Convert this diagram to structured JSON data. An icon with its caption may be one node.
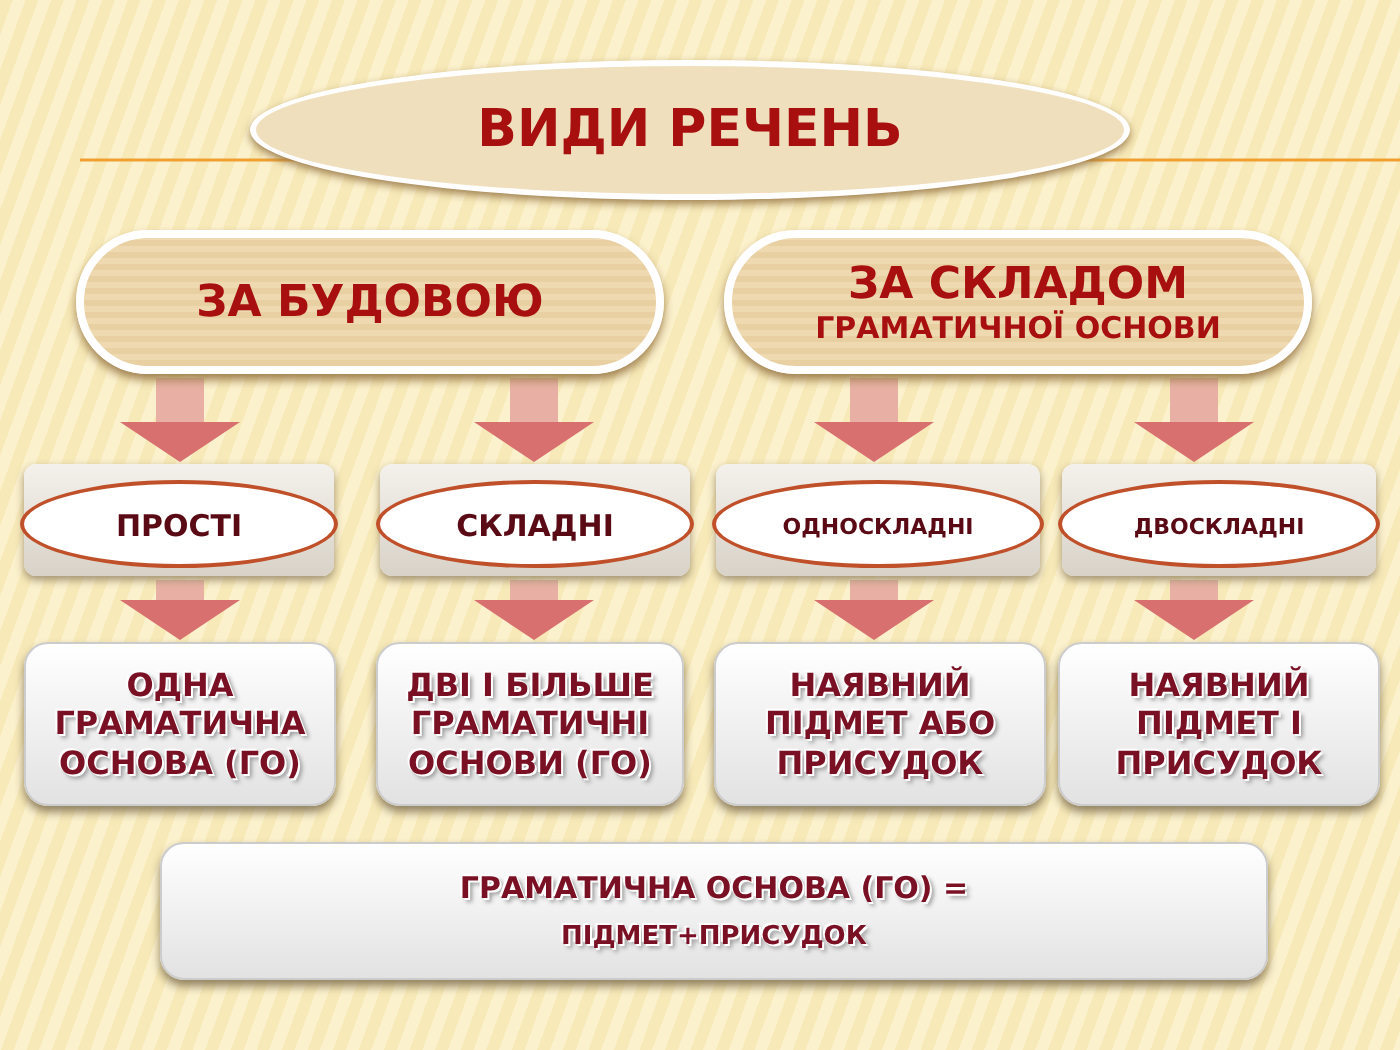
{
  "diagram": {
    "nodes": [
      {
        "text": [
          "ВИДИ РЕЧЕНЬ"
        ]
      },
      {
        "text": [
          "ЗА БУДОВОЮ"
        ]
      },
      {
        "text": [
          "ЗА СКЛАДОМ",
          "ГРАМАТИЧНОЇ ОСНОВИ"
        ]
      },
      {
        "text": [
          "ПРОСТІ"
        ]
      },
      {
        "text": [
          "СКЛАДНІ"
        ]
      },
      {
        "text": [
          "ОДНОСКЛАДНІ"
        ]
      },
      {
        "text": [
          "ДВОСКЛАДНІ"
        ]
      },
      {
        "text": [
          "ОДНА ГРАМАТИЧНА ОСНОВА (ГО)"
        ]
      },
      {
        "text": [
          "ДВІ І БІЛЬШЕ ГРАМАТИЧНІ ОСНОВИ (ГО)"
        ]
      },
      {
        "text": [
          "НАЯВНИЙ ПІДМЕТ АБО ПРИСУДОК"
        ]
      },
      {
        "text": [
          "НАЯВНИЙ ПІДМЕТ І ПРИСУДОК"
        ]
      },
      {
        "text": [
          "ГРАМАТИЧНА ОСНОВА (ГО) =",
          "ПІДМЕТ+ПРИСУДОК"
        ]
      }
    ],
    "edges": [
      {
        "from": 1,
        "to": 3,
        "arrow": "to"
      },
      {
        "from": 1,
        "to": 4,
        "arrow": "to"
      },
      {
        "from": 2,
        "to": 5,
        "arrow": "to"
      },
      {
        "from": 2,
        "to": 6,
        "arrow": "to"
      },
      {
        "from": 3,
        "to": 7,
        "arrow": "to"
      },
      {
        "from": 4,
        "to": 8,
        "arrow": "to"
      },
      {
        "from": 5,
        "to": 9,
        "arrow": "to"
      },
      {
        "from": 6,
        "to": 10,
        "arrow": "to"
      }
    ]
  }
}
